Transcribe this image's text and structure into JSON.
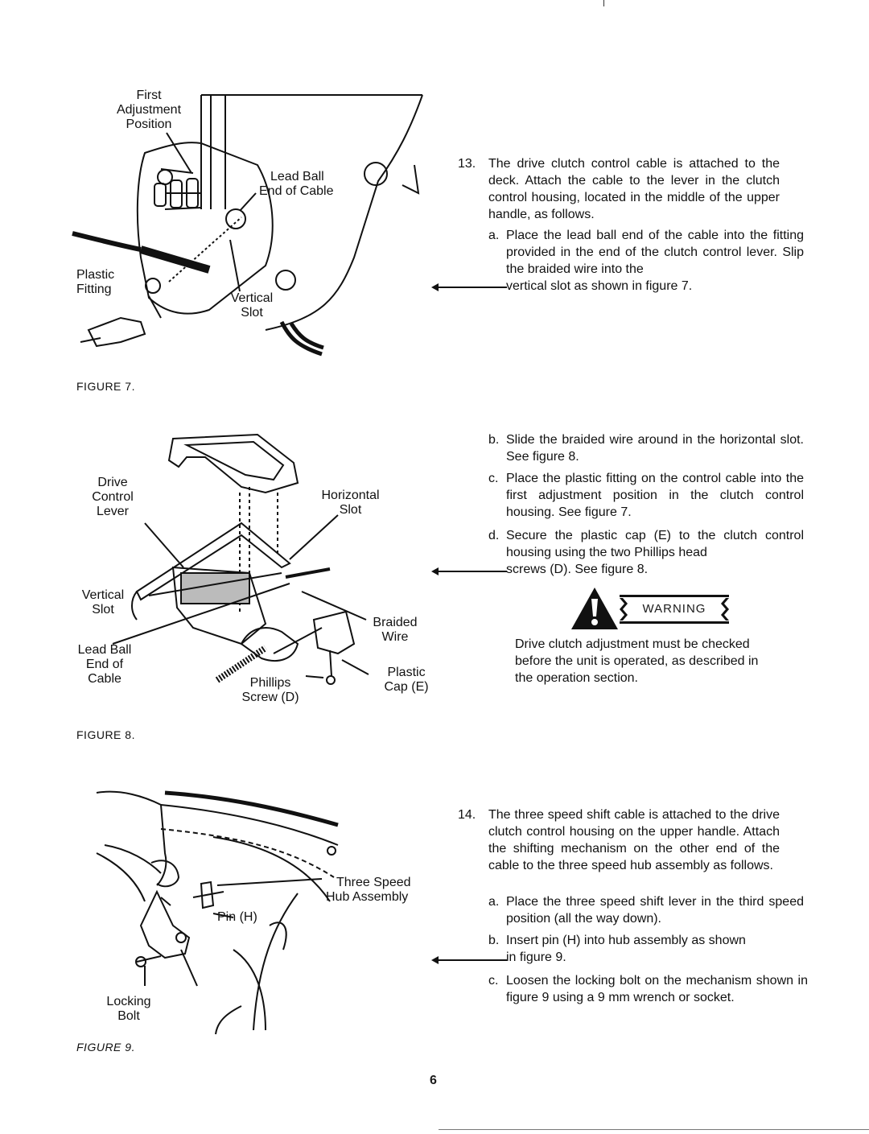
{
  "figure7": {
    "caption": "FIGURE 7.",
    "labels": {
      "first_adjustment_position": [
        "First",
        "Adjustment",
        "Position"
      ],
      "lead_ball_end": [
        "Lead Ball",
        "End of Cable"
      ],
      "plastic_fitting": [
        "Plastic",
        "Fitting"
      ],
      "vertical_slot": [
        "Vertical",
        "Slot"
      ]
    }
  },
  "figure8": {
    "caption": "FIGURE 8.",
    "labels": {
      "drive_control_lever": [
        "Drive",
        "Control",
        "Lever"
      ],
      "horizontal_slot": [
        "Horizontal",
        "Slot"
      ],
      "vertical_slot": [
        "Vertical",
        "Slot"
      ],
      "braided_wire": [
        "Braided",
        "Wire"
      ],
      "lead_ball_end": [
        "Lead Ball",
        "End of",
        "Cable"
      ],
      "plastic_cap": [
        "Plastic",
        "Cap (E)"
      ],
      "phillips_screw": [
        "Phillips",
        "Screw (D)"
      ]
    }
  },
  "figure9": {
    "caption": "FIGURE 9.",
    "labels": {
      "three_speed_hub": [
        "Three Speed",
        "Hub Assembly"
      ],
      "pin": "Pin (H)",
      "locking_bolt": [
        "Locking",
        "Bolt"
      ]
    }
  },
  "step13": {
    "number": "13.",
    "text": "The drive clutch control cable is attached to the deck. Attach the cable to the lever in the clutch control housing, located in the middle of the upper handle, as follows.",
    "a_letter": "a.",
    "a_text": "Place the lead ball end of the cable into the fitting provided in the end of the clutch control lever. Slip the braided wire into the",
    "a_last": "vertical slot as shown in figure 7.",
    "b_letter": "b.",
    "b_text": "Slide the braided wire around in the horizontal slot. See figure 8.",
    "c_letter": "c.",
    "c_text": "Place the plastic fitting on the control cable into the first adjustment position in the clutch control housing. See figure 7.",
    "d_letter": "d.",
    "d_text": "Secure the plastic cap (E) to the clutch control housing using the two Phillips head",
    "d_last": "screws (D). See figure 8."
  },
  "warning": {
    "label": "WARNING",
    "text": "Drive clutch adjustment must be checked before the unit is operated, as described in the operation section."
  },
  "step14": {
    "number": "14.",
    "text": "The three speed shift cable is attached to the drive clutch control housing on the upper handle. Attach the shifting mechanism on the other end of the cable to the three speed hub assembly as follows.",
    "a_letter": "a.",
    "a_text": "Place the three speed shift lever in the third speed position (all the way down).",
    "b_letter": "b.",
    "b_text": "Insert pin (H) into hub assembly as shown",
    "b_last": "in figure 9.",
    "c_letter": "c.",
    "c_text": "Loosen the locking bolt on the mechanism shown in figure 9 using a 9 mm wrench or socket."
  },
  "page_number": "6"
}
